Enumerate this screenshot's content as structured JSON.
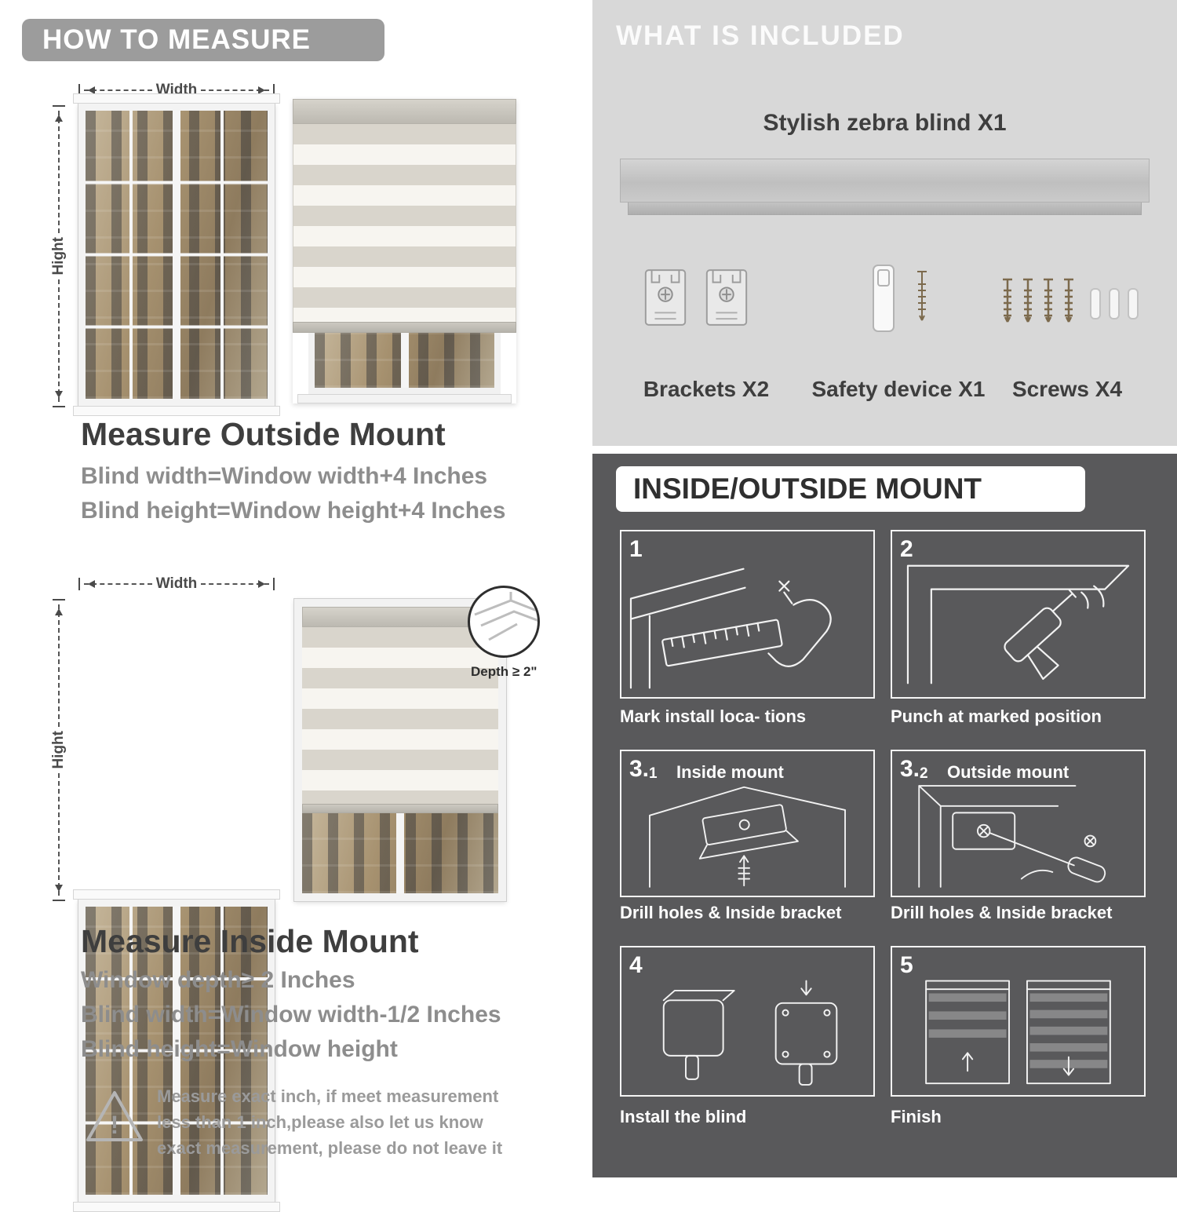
{
  "palette": {
    "header_band": "#9c9c9c",
    "title_text": "#3e3e3e",
    "body_text": "#8d8d8d",
    "included_bg": "#d8d8d8",
    "mount_bg": "#59595b",
    "stripe_gray": "#d9d5cc"
  },
  "how_to_measure": {
    "header": "HOW TO MEASURE",
    "outside": {
      "width_label": "Width",
      "height_label": "Hight",
      "title": "Measure Outside Mount",
      "lines": [
        "Blind width=Window width+4 Inches",
        "Blind height=Window height+4 Inches"
      ]
    },
    "inside": {
      "width_label": "Width",
      "height_label": "Hight",
      "depth_label": "Depth ≥ 2\"",
      "title": "Measure Inside Mount",
      "lines": [
        "Window depth≥ 2 Inches",
        "Blind width=Window width-1/2 Inches",
        "Blind height=Window height"
      ],
      "warning": {
        "icon": "!",
        "text": "Measure exact inch, if meet measurement less than 1 inch,please also let us know exact measurement, please do not leave it"
      }
    }
  },
  "included": {
    "header": "WHAT IS INCLUDED",
    "product_label": "Stylish zebra blind X1",
    "items": [
      {
        "label": "Brackets X2"
      },
      {
        "label": "Safety device X1"
      },
      {
        "label": "Screws X4"
      }
    ]
  },
  "mount_guide": {
    "header": "INSIDE/OUTSIDE MOUNT",
    "steps": [
      {
        "num": "1",
        "sub": "",
        "label": "",
        "caption": "Mark install loca- tions"
      },
      {
        "num": "2",
        "sub": "",
        "label": "",
        "caption": "Punch at  marked position"
      },
      {
        "num": "3.",
        "sub": "1",
        "label": "Inside mount",
        "caption": "Drill holes &  Inside bracket"
      },
      {
        "num": "3.",
        "sub": "2",
        "label": "Outside mount",
        "caption": "Drill holes &  Inside bracket"
      },
      {
        "num": "4",
        "sub": "",
        "label": "",
        "caption": "Install the blind"
      },
      {
        "num": "5",
        "sub": "",
        "label": "",
        "caption": "Finish"
      }
    ]
  }
}
